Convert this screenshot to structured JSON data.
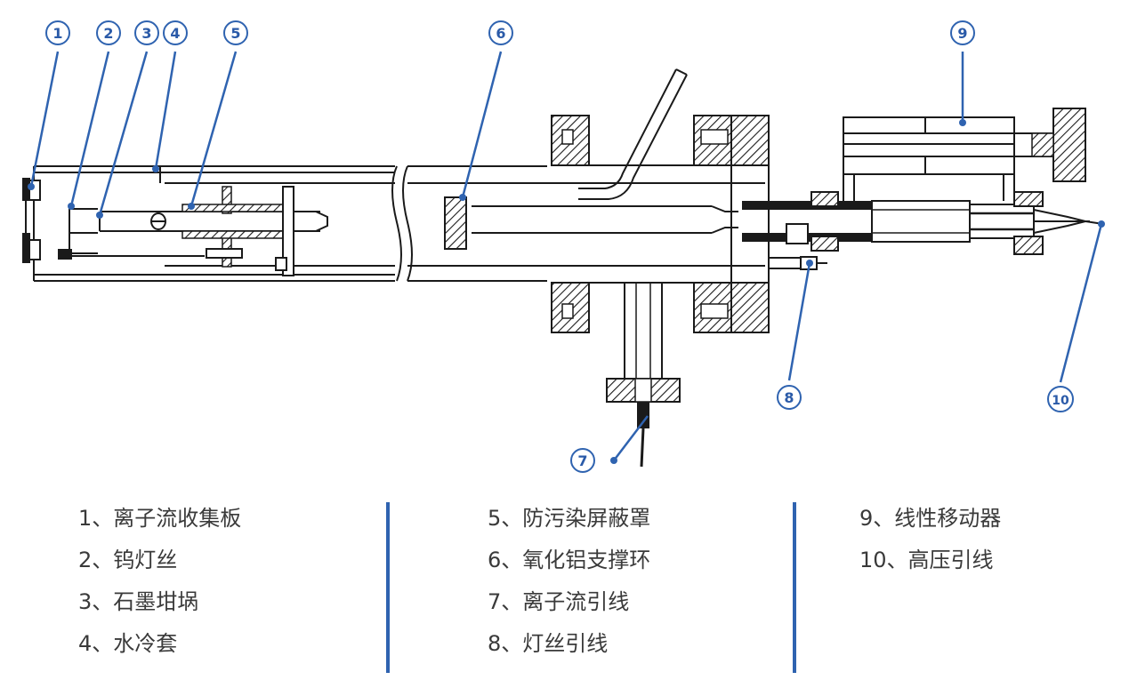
{
  "colors": {
    "accent": "#2f63b0",
    "line": "#1a1a1a",
    "text": "#3a3a3a"
  },
  "callouts": [
    {
      "num": "1"
    },
    {
      "num": "2"
    },
    {
      "num": "3"
    },
    {
      "num": "4"
    },
    {
      "num": "5"
    },
    {
      "num": "6"
    },
    {
      "num": "7"
    },
    {
      "num": "8"
    },
    {
      "num": "9"
    },
    {
      "num": "10"
    }
  ],
  "legend": {
    "col1": [
      "1、离子流收集板",
      "2、钨灯丝",
      "3、石墨坩埚",
      "4、水冷套"
    ],
    "col2": [
      "5、防污染屏蔽罩",
      "6、氧化铝支撑环",
      "7、离子流引线",
      "8、灯丝引线"
    ],
    "col3": [
      "9、线性移动器",
      "10、高压引线"
    ]
  }
}
